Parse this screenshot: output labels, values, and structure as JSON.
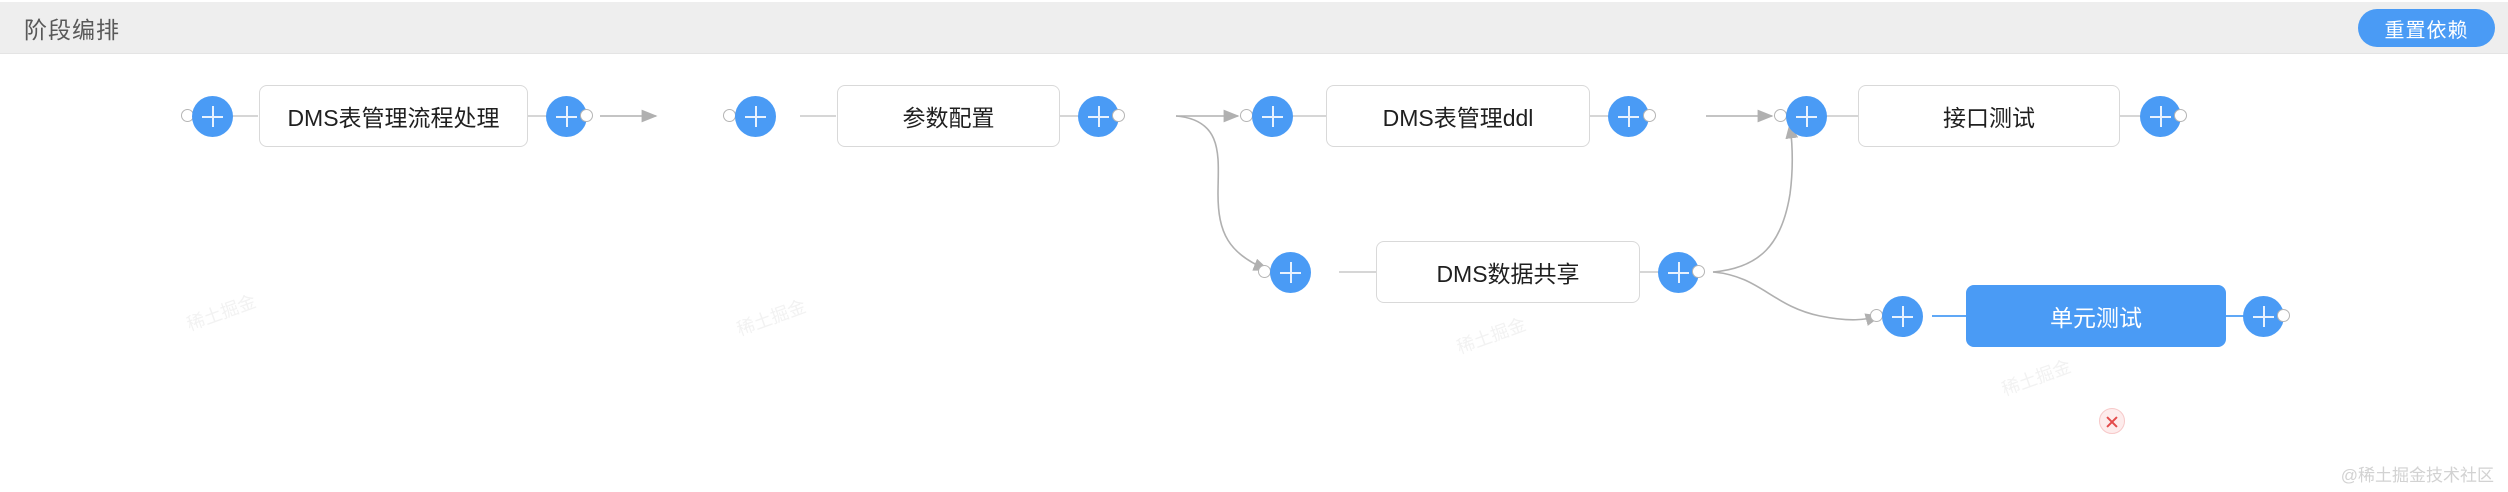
{
  "header": {
    "title": "阶段编排",
    "reset_button_label": "重置依赖"
  },
  "canvas": {
    "nodes": [
      {
        "id": "n1",
        "label": "DMS表管理流程处理",
        "row": 1,
        "selected": false
      },
      {
        "id": "n2",
        "label": "参数配置",
        "row": 1,
        "selected": false
      },
      {
        "id": "n3",
        "label": "DMS表管理ddl",
        "row": 1,
        "selected": false
      },
      {
        "id": "n4",
        "label": "接口测试",
        "row": 1,
        "selected": false
      },
      {
        "id": "n5",
        "label": "DMS数据共享",
        "row": 2,
        "selected": false
      },
      {
        "id": "n6",
        "label": "单元测试",
        "row": 2,
        "selected": true
      }
    ],
    "add_button_icon": "plus-icon",
    "delete_button_icon": "close-icon",
    "colors": {
      "accent": "#4a9bf5",
      "node_border": "#d9d9d9",
      "edge": "#b0b0b0",
      "delete": "#e34b4b",
      "header_bg": "#eeeeee"
    }
  },
  "watermark": {
    "text": "@稀土掘金技术社区",
    "diagonal_text": "稀土掘金"
  }
}
